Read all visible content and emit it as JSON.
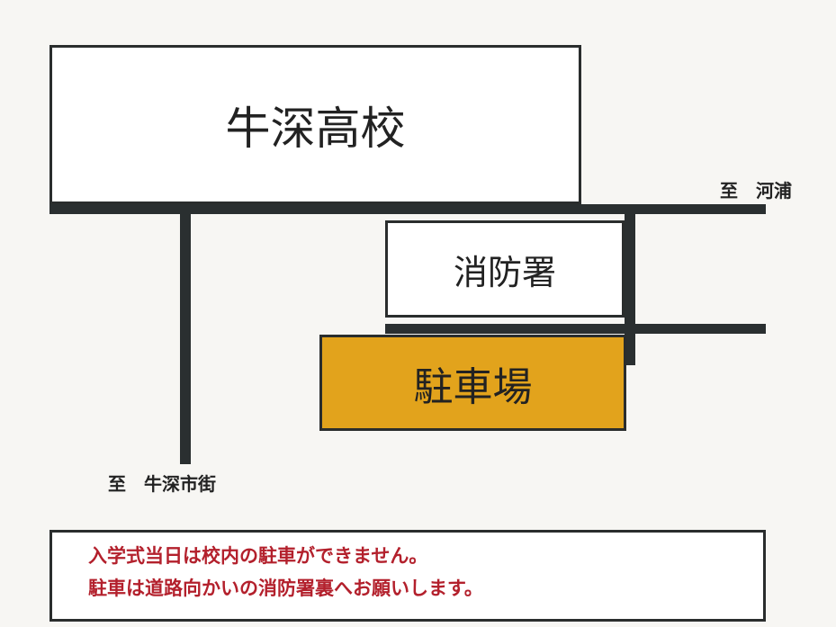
{
  "map": {
    "school": "牛深高校",
    "fire_station": "消防署",
    "parking": "駐車場",
    "to_kawaura": "至　河浦",
    "to_ushibuka_city": "至　牛深市街"
  },
  "notice": {
    "line1": "入学式当日は校内の駐車ができません。",
    "line2": "駐車は道路向かいの消防署裏へお願いします。"
  },
  "colors": {
    "parking": "#e2a31c",
    "notice_text": "#b3202c",
    "road": "#2a2f30"
  }
}
